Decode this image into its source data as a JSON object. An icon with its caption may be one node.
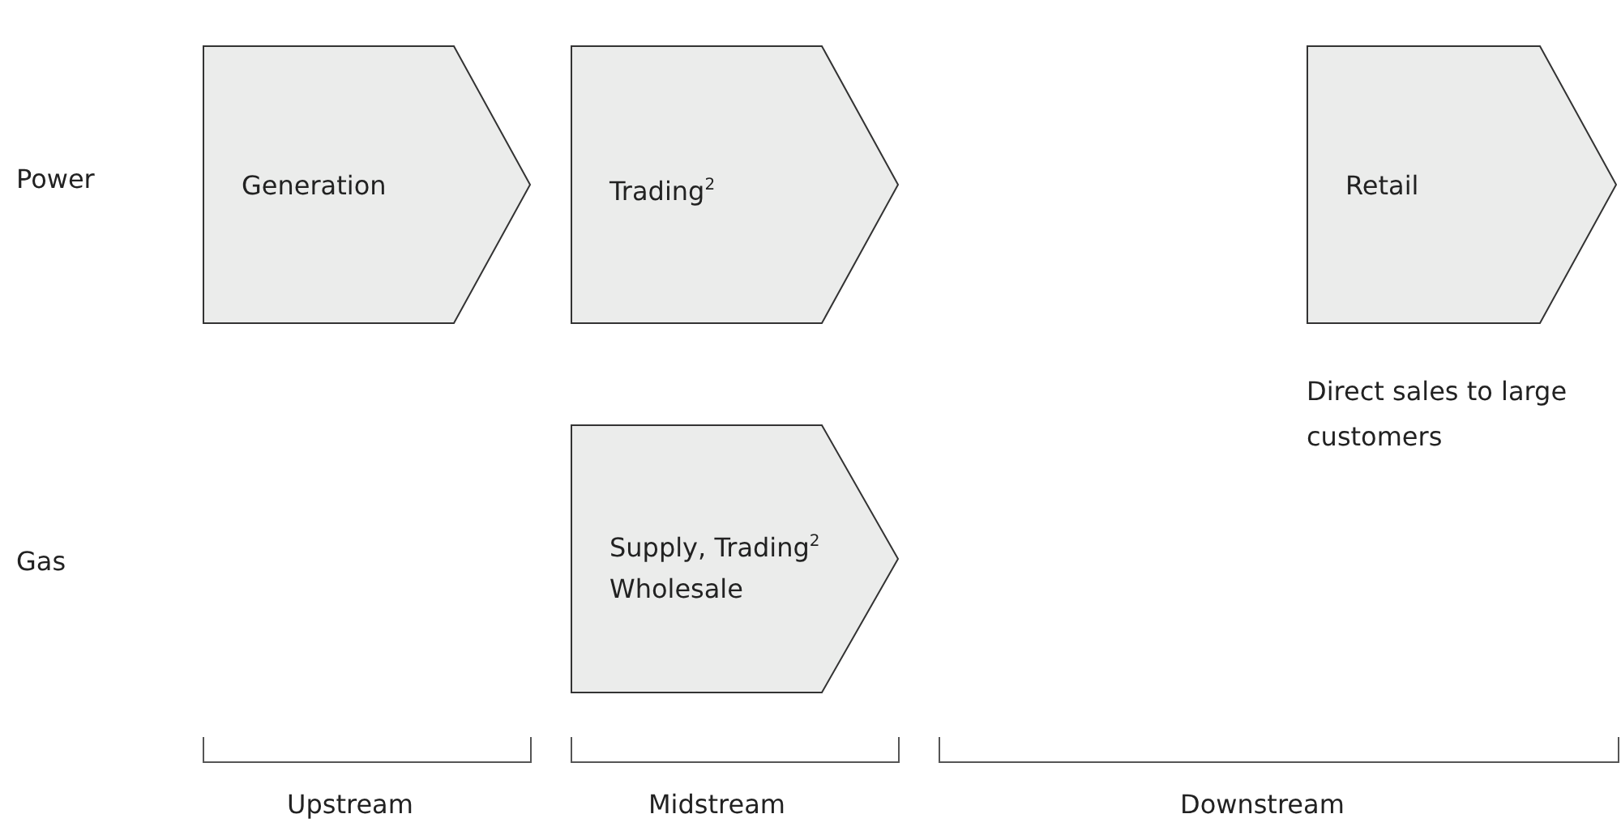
{
  "diagram": {
    "nodes": [
      {
        "text": [
          "Generation"
        ]
      },
      {
        "text": [
          "Trading$^{2}$"
        ]
      },
      {
        "text": [
          "Supply, Trading$^{2}$ Wholesale"
        ]
      },
      {
        "text": [
          "Retail"
        ],
        "beside": [
          "Direct sales to large customers"
        ]
      }
    ],
    "labels": [
      "Power",
      "Gas",
      "Upstream",
      "Midstream",
      "Downstream"
    ]
  }
}
